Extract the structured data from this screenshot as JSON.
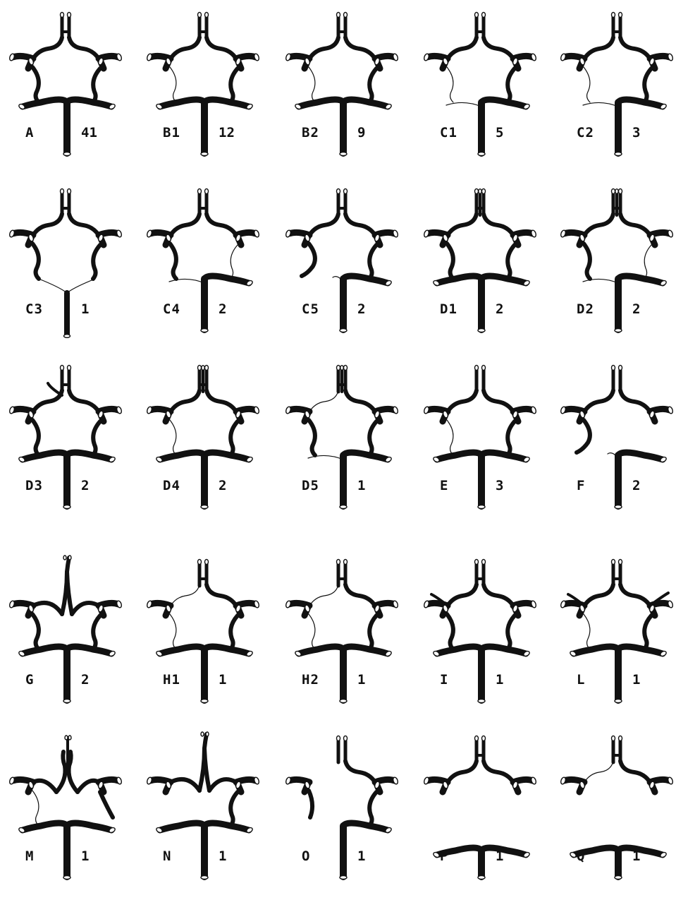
{
  "colors": {
    "ink": "#111111",
    "paper": "#ffffff"
  },
  "variants": [
    {
      "label": "A",
      "count": "41",
      "mods": {}
    },
    {
      "label": "B1",
      "count": "12",
      "mods": {
        "thinL": true
      }
    },
    {
      "label": "B2",
      "count": "9",
      "mods": {
        "thinL": true
      }
    },
    {
      "label": "C1",
      "count": "5",
      "mods": {
        "thinL": true,
        "p1L": "thin"
      }
    },
    {
      "label": "C2",
      "count": "3",
      "mods": {
        "thinL": true,
        "p1L": "thin"
      }
    },
    {
      "label": "C3",
      "count": "1",
      "mods": {
        "p1L": "thin",
        "p1R": "thin",
        "noBasilar": true,
        "shortTrunk": true
      }
    },
    {
      "label": "C4",
      "count": "2",
      "mods": {
        "p1L": "thin",
        "thinR": true
      }
    },
    {
      "label": "C5",
      "count": "2",
      "mods": {
        "p1L": "stub",
        "pcomLcut": true
      }
    },
    {
      "label": "D1",
      "count": "2",
      "mods": {
        "triple": true
      }
    },
    {
      "label": "D2",
      "count": "2",
      "mods": {
        "triple": true,
        "thinR": true,
        "p1L": "thin"
      }
    },
    {
      "label": "D3",
      "count": "2",
      "mods": {
        "extraAca": true
      }
    },
    {
      "label": "D4",
      "count": "2",
      "mods": {
        "triple": true,
        "thinL": true
      }
    },
    {
      "label": "D5",
      "count": "1",
      "mods": {
        "triple": true,
        "thinA1L": true,
        "p1L": "thin"
      }
    },
    {
      "label": "E",
      "count": "3",
      "mods": {
        "noAcom": true,
        "thinL": true
      }
    },
    {
      "label": "F",
      "count": "2",
      "mods": {
        "noAcom": true,
        "p1L": "stub",
        "pcomLcut": true,
        "noPcomR": true
      }
    },
    {
      "label": "G",
      "count": "2",
      "mods": {
        "azygos": true
      }
    },
    {
      "label": "H1",
      "count": "1",
      "mods": {
        "thinA1L": true,
        "thinL": true
      }
    },
    {
      "label": "H2",
      "count": "1",
      "mods": {
        "thinA1L": true,
        "thinL": true
      }
    },
    {
      "label": "I",
      "count": "1",
      "mods": {
        "extraMcaL": true
      }
    },
    {
      "label": "L",
      "count": "1",
      "mods": {
        "extraMcaL": true,
        "extraMcaR": true,
        "thinL": true
      }
    },
    {
      "label": "M",
      "count": "1",
      "mods": {
        "azygosFork": true,
        "thinL": true,
        "thinR": true,
        "pcomRfree": true,
        "noPCA": true
      }
    },
    {
      "label": "N",
      "count": "1",
      "mods": {
        "azygos": true,
        "noPcomL": true
      }
    },
    {
      "label": "O",
      "count": "1",
      "mods": {
        "noA1L": true,
        "noAcom": true,
        "pcomLfree": true,
        "noPCA": true,
        "leftPcaOnlyRight": true
      }
    },
    {
      "label": "P",
      "count": "1",
      "mods": {
        "noPcomL": true,
        "noPcomR": true,
        "lowPCA": true
      }
    },
    {
      "label": "Q",
      "count": "1",
      "mods": {
        "noPcomL": true,
        "noPcomR": true,
        "lowPCA": true,
        "thinA1L": true
      }
    }
  ]
}
